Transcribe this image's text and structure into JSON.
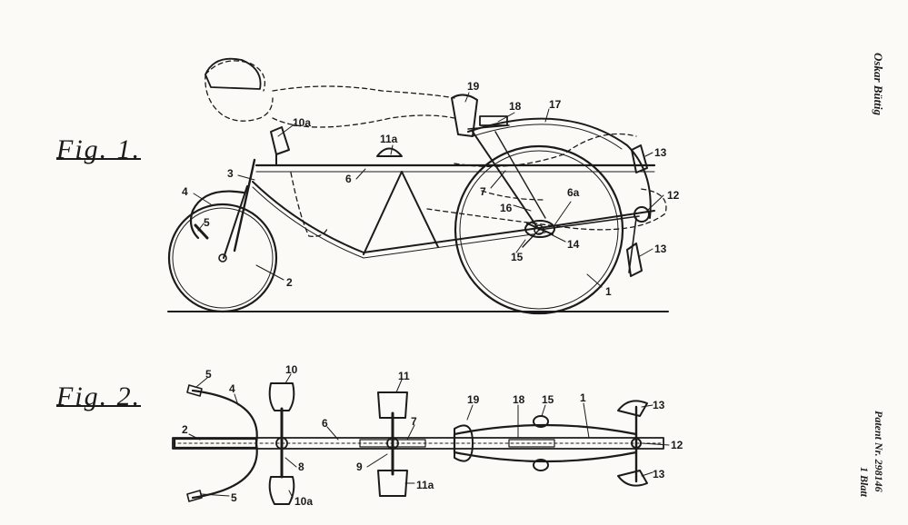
{
  "figures": {
    "fig1_caption": "Fig. 1.",
    "fig2_caption": "Fig. 2."
  },
  "side_labels": {
    "inventor": "Oskar Büttig",
    "patent_no": "Patent Nr. 298146",
    "sheet": "1 Blatt"
  },
  "fig1_labels": {
    "l1": "1",
    "l2": "2",
    "l3": "3",
    "l4": "4",
    "l5": "5",
    "l6": "6",
    "l6a": "6a",
    "l7": "7",
    "l10a": "10a",
    "l11a": "11a",
    "l12": "12",
    "l13a": "13",
    "l13b": "13",
    "l14": "14",
    "l15": "15",
    "l16": "16",
    "l17": "17",
    "l18": "18",
    "l19": "19"
  },
  "fig2_labels": {
    "l1": "1",
    "l2": "2",
    "l4": "4",
    "l5a": "5",
    "l5b": "5",
    "l6": "6",
    "l7": "7",
    "l8": "8",
    "l9": "9",
    "l10": "10",
    "l10a": "10a",
    "l11": "11",
    "l11a": "11a",
    "l12": "12",
    "l13a": "13",
    "l13b": "13",
    "l15": "15",
    "l18": "18",
    "l19": "19"
  },
  "colors": {
    "ink": "#1b1b1b",
    "paper": "#fbfaf6"
  }
}
